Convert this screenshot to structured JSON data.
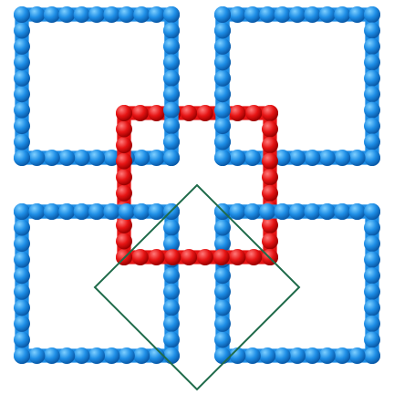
{
  "figure": {
    "background": "#ffffff"
  },
  "colors": {
    "blue_square_base": "#1e8ee6",
    "blue_square_highlight": "#7fd0ff",
    "blue_square_shadow": "#0a5aa8",
    "red_square_base": "#e61414",
    "red_square_highlight": "#ff7a7a",
    "red_square_shadow": "#9c0000",
    "unit_cell_outline": "#1f6b4a"
  },
  "frames": [
    {
      "name": "blue-frame-top-left",
      "color_group": "blue"
    },
    {
      "name": "blue-frame-top-right",
      "color_group": "blue"
    },
    {
      "name": "blue-frame-bottom-left",
      "color_group": "blue"
    },
    {
      "name": "blue-frame-bottom-right",
      "color_group": "blue"
    },
    {
      "name": "red-frame-center",
      "color_group": "red"
    }
  ],
  "unit_cell": {
    "shape": "diamond",
    "stroke": "#1f6b4a"
  }
}
